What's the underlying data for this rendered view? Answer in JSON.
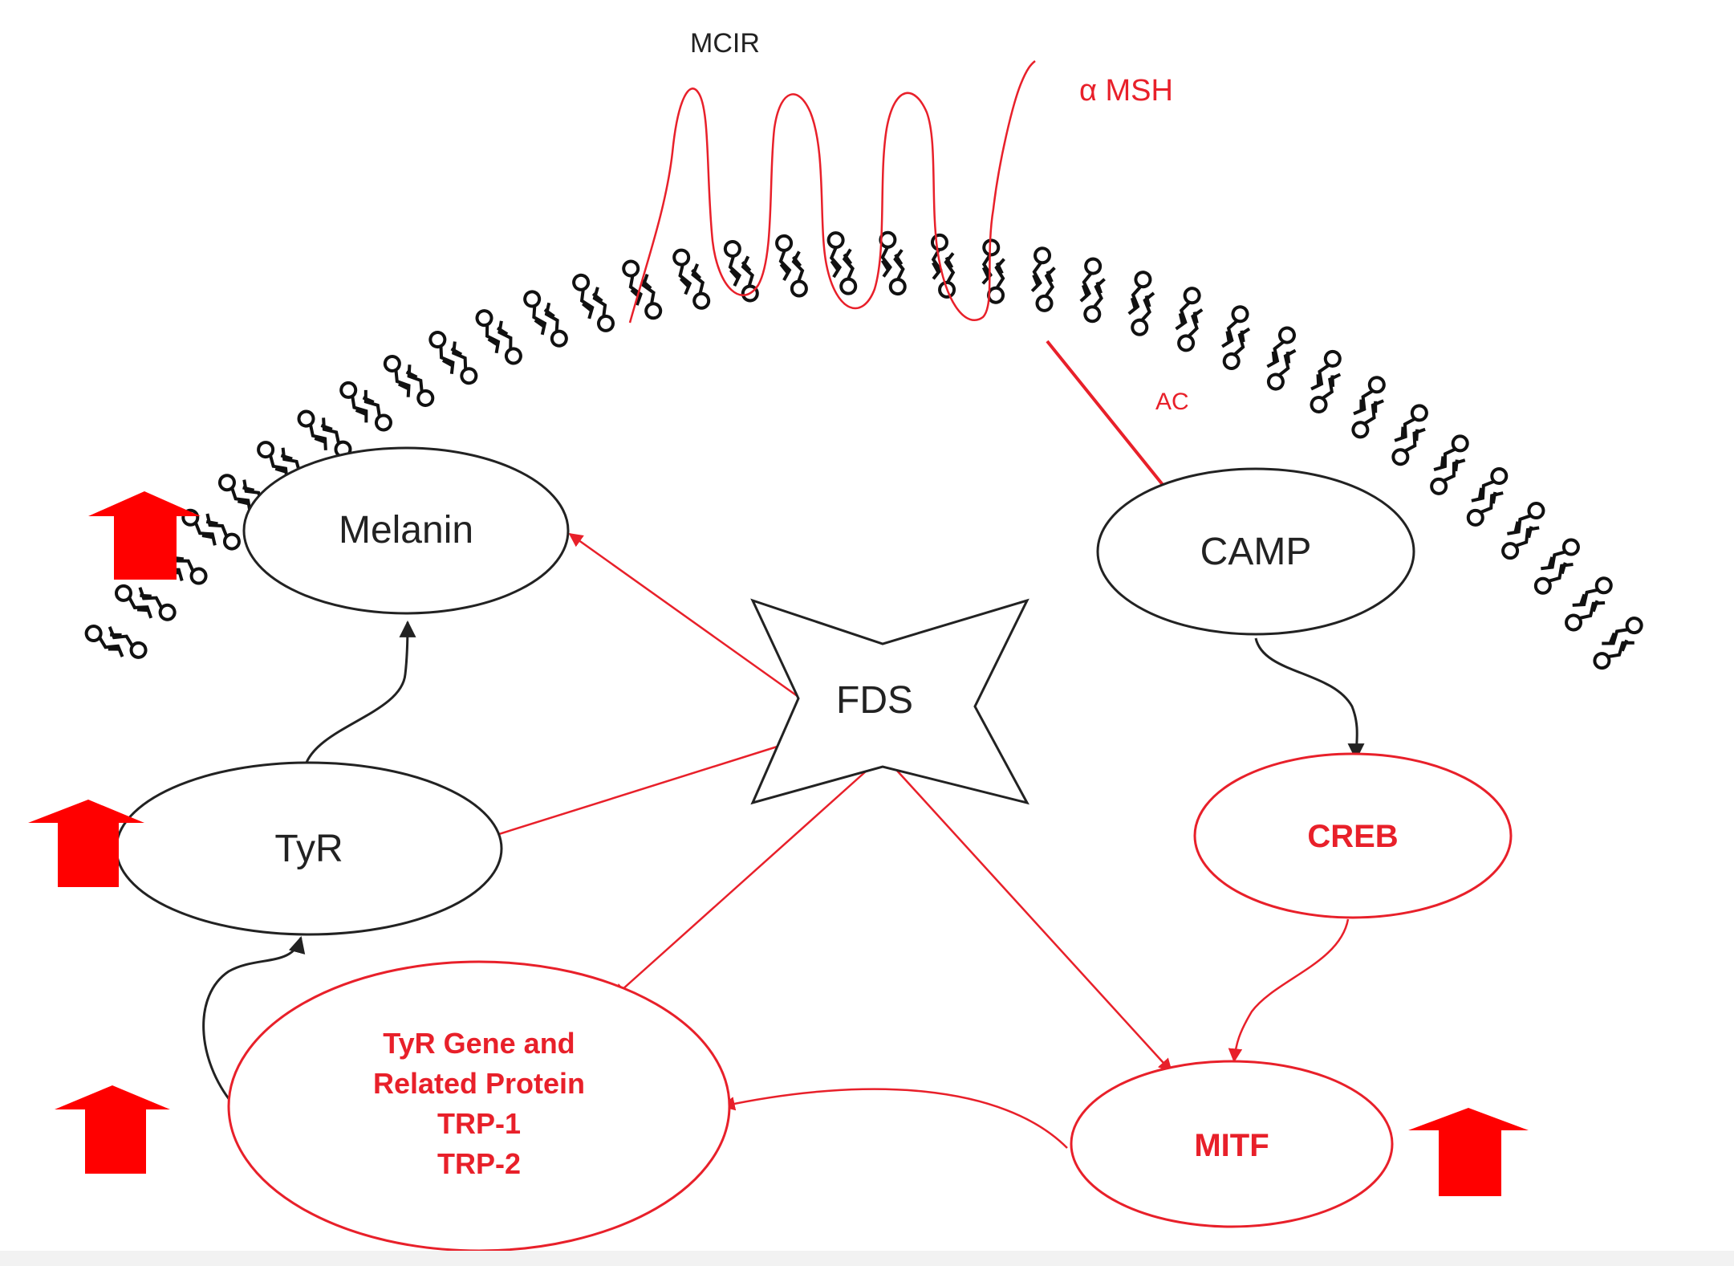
{
  "colors": {
    "black": "#222222",
    "red": "#e8202a",
    "arrow_fill": "#ff0000"
  },
  "membrane": {
    "receptor_label": "MCIR",
    "ligand_label": "α MSH",
    "enzyme_label": "AC"
  },
  "nodes": {
    "melanin": "Melanin",
    "camp": "CAMP",
    "fds": "FDS",
    "tyr": "TyR",
    "creb": "CREB",
    "tyr_gene_lines": [
      "TyR Gene and",
      "Related Protein",
      "TRP-1",
      "TRP-2"
    ],
    "mitf": "MITF"
  },
  "edges": [
    {
      "from": "camp",
      "to": "creb",
      "color": "black"
    },
    {
      "from": "creb",
      "to": "mitf",
      "color": "red"
    },
    {
      "from": "mitf",
      "to": "tyr_gene",
      "color": "red"
    },
    {
      "from": "tyr_gene",
      "to": "tyr",
      "color": "black"
    },
    {
      "from": "tyr",
      "to": "melanin",
      "color": "black"
    },
    {
      "from": "fds",
      "to": "melanin",
      "color": "red"
    },
    {
      "from": "fds",
      "to": "tyr",
      "color": "red"
    },
    {
      "from": "fds",
      "to": "tyr_gene",
      "color": "red"
    },
    {
      "from": "fds",
      "to": "mitf",
      "color": "red"
    }
  ],
  "upregulated_icon": "up-arrow-icon"
}
